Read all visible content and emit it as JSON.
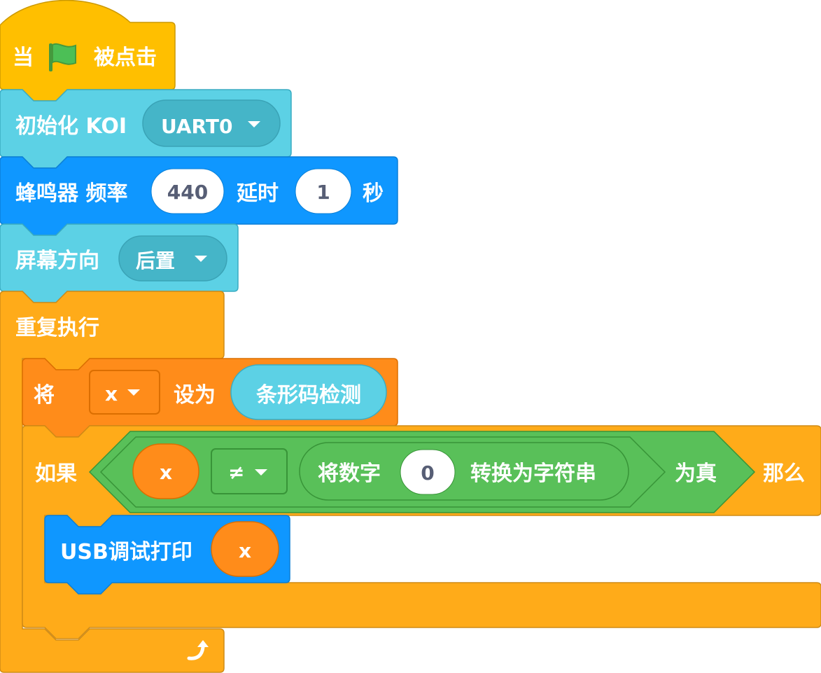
{
  "colors": {
    "events": "#ffbf00",
    "koi_light": "#5cd1e5",
    "koi_blue": "#0f97ff",
    "control": "#ffab19",
    "variables": "#ff8c1a",
    "operators": "#59c059",
    "white": "#ffffff",
    "number_text": "#575e75"
  },
  "icons": {
    "flag": "green-flag-icon",
    "dropdown": "dropdown-arrow-icon",
    "loop": "loop-arrow-icon"
  },
  "blocks": {
    "hat": {
      "prefix": "当",
      "suffix": "被点击"
    },
    "init_koi": {
      "label": "初始化 KOI",
      "port": "UART0"
    },
    "buzzer": {
      "label": "蜂鸣器 频率",
      "freq": "440",
      "delay_label": "延时",
      "delay": "1",
      "unit": "秒"
    },
    "screen": {
      "label": "屏幕方向",
      "orientation": "后置"
    },
    "forever": {
      "label": "重复执行"
    },
    "set_var": {
      "label_set": "将",
      "var_name": "x",
      "label_to": "设为",
      "reporter": "条形码检测"
    },
    "if_block": {
      "label_if": "如果",
      "left_var": "x",
      "operator": "≠",
      "num_to_str_prefix": "将数字",
      "num_value": "0",
      "num_to_str_suffix": "转换为字符串",
      "is_true": "为真",
      "label_then": "那么"
    },
    "usb_print": {
      "label": "USB调试打印",
      "arg": "x"
    }
  }
}
